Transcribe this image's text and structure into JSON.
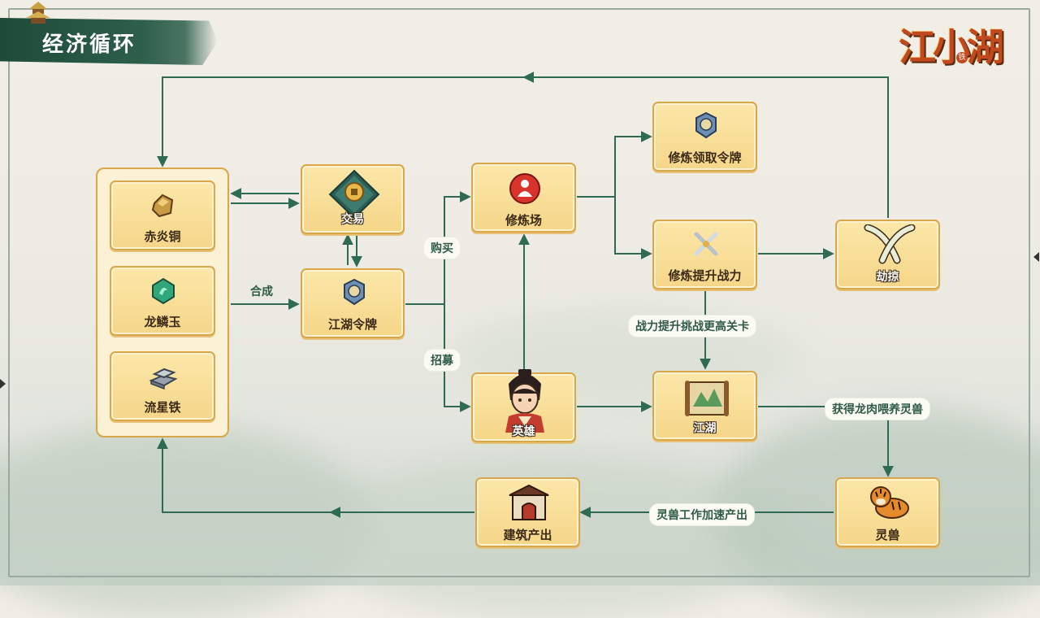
{
  "title": "经济循环",
  "logo": {
    "text": "江小湖",
    "seal": "铁"
  },
  "materials": [
    {
      "label": "赤炎铜",
      "icon": "copper-ore-icon"
    },
    {
      "label": "龙鳞玉",
      "icon": "dragon-jade-icon"
    },
    {
      "label": "流星铁",
      "icon": "meteor-iron-icon"
    }
  ],
  "nodes": {
    "trade": {
      "label": "交易",
      "icon": "coin-trade-icon"
    },
    "token": {
      "label": "江湖令牌",
      "icon": "token-icon"
    },
    "training_ground": {
      "label": "修炼场",
      "icon": "training-ground-icon"
    },
    "train_claim_token": {
      "label": "修炼领取令牌",
      "icon": "token-icon"
    },
    "train_power": {
      "label": "修炼提升战力",
      "icon": "crossed-swords-icon"
    },
    "plunder": {
      "label": "劫掠",
      "icon": "crossed-sabers-icon"
    },
    "hero": {
      "label": "英雄",
      "icon": "hero-portrait-icon"
    },
    "jianghu": {
      "label": "江湖",
      "icon": "map-scroll-icon"
    },
    "spirit_beast": {
      "label": "灵兽",
      "icon": "tiger-icon"
    },
    "building_output": {
      "label": "建筑产出",
      "icon": "building-gate-icon"
    }
  },
  "edge_labels": {
    "synthesize": "合成",
    "buy": "购买",
    "recruit": "招募",
    "power_challenge": "战力提升挑战更高关卡",
    "dragon_meat": "获得龙肉喂养灵兽",
    "beast_work": "灵兽工作加速产出"
  },
  "colors": {
    "line": "#2f6b52",
    "card_fill": "#f8dc90",
    "card_border": "#d9a64a",
    "banner": "#245240"
  }
}
